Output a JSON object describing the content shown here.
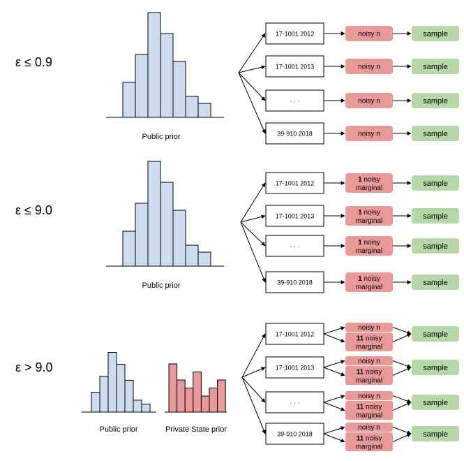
{
  "colors": {
    "public_bar": "#cddcef",
    "private_bar": "#e8999b",
    "noise_pill": "#ea9999",
    "sample_pill": "#b6d7a8",
    "line": "#000000"
  },
  "years": [
    "17-1001 2012",
    "17-1001 2013",
    "· · ·",
    "39-910   2018"
  ],
  "public_hist": [
    5,
    9,
    15,
    12,
    8,
    3,
    2
  ],
  "private_hist": [
    6,
    4,
    3,
    5,
    2,
    3,
    4
  ],
  "sections": [
    {
      "epsilon": "ε ≤ 0.9",
      "priors": [
        {
          "caption": "Public prior",
          "kind": "public"
        }
      ],
      "noise": [
        {
          "bold": "",
          "text": "noisy n"
        }
      ]
    },
    {
      "epsilon": "ε ≤ 9.0",
      "priors": [
        {
          "caption": "Public prior",
          "kind": "public"
        }
      ],
      "noise": [
        {
          "bold": "1",
          "text": "noisy",
          "text2": "marginal"
        }
      ]
    },
    {
      "epsilon": "ε > 9.0",
      "priors": [
        {
          "caption": "Public prior",
          "kind": "public"
        },
        {
          "caption": "Private State prior",
          "kind": "private"
        }
      ],
      "noise": [
        {
          "bold": "",
          "text": "noisy n"
        },
        {
          "bold": "11",
          "text": "noisy",
          "text2": "marginal"
        }
      ]
    }
  ],
  "sample_label": "sample"
}
